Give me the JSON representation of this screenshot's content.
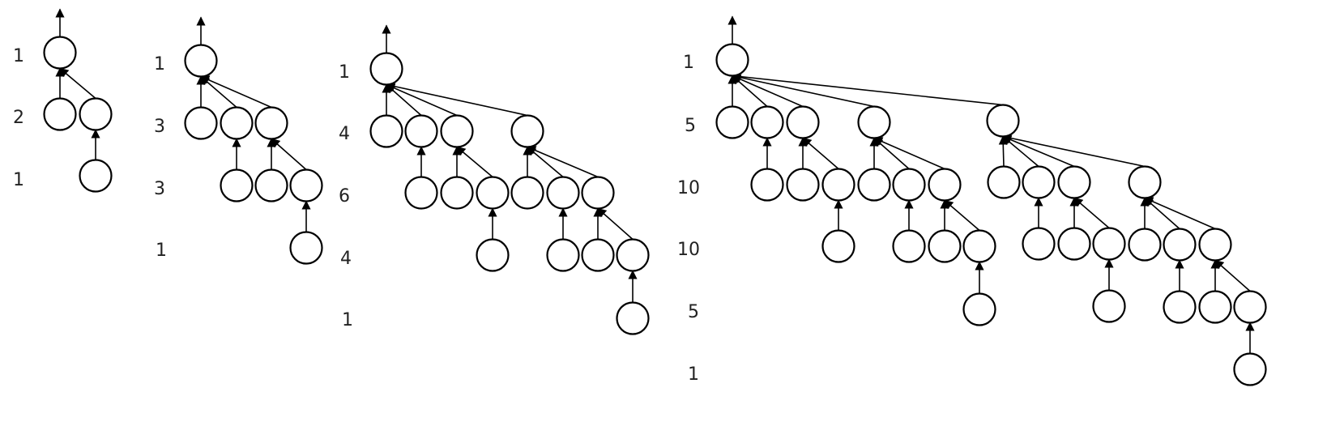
{
  "diagrams": [
    {
      "level_counts": [
        "1",
        "2",
        "1"
      ]
    },
    {
      "level_counts": [
        "1",
        "3",
        "3",
        "1"
      ]
    },
    {
      "level_counts": [
        "1",
        "4",
        "6",
        "4",
        "1"
      ]
    },
    {
      "level_counts": [
        "1",
        "5",
        "10",
        "10",
        "5",
        "1"
      ]
    }
  ],
  "colors": {
    "stroke": "#000000",
    "fill": "#ffffff",
    "text": "#222222"
  }
}
